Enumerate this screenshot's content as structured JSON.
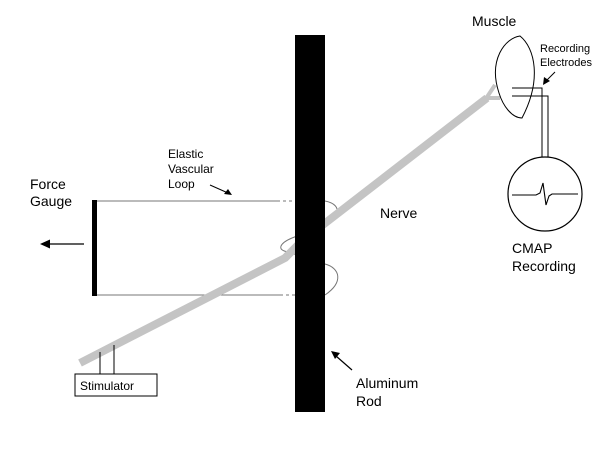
{
  "labels": {
    "force_gauge": [
      "Force",
      "Gauge"
    ],
    "elastic_loop": [
      "Elastic",
      "Vascular",
      "Loop"
    ],
    "nerve": "Nerve",
    "muscle": "Muscle",
    "recording_electrodes": [
      "Recording",
      "Electrodes"
    ],
    "cmap_recording": [
      "CMAP",
      "Recording"
    ],
    "aluminum_rod": [
      "Aluminum",
      "Rod"
    ],
    "stimulator": "Stimulator"
  },
  "colors": {
    "nerve": "#c4c4c4",
    "rod": "#000000",
    "lines": "#555555",
    "background": "#ffffff"
  }
}
